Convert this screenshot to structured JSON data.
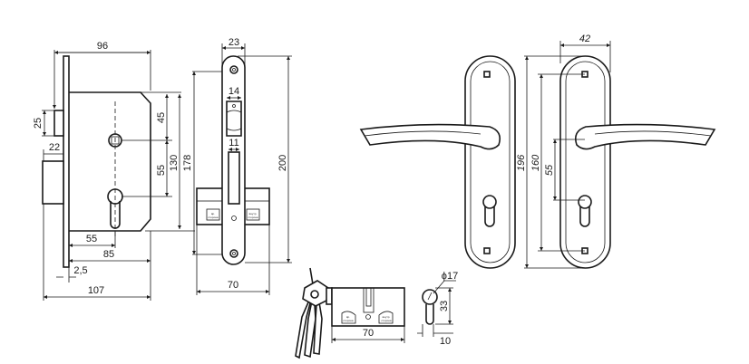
{
  "mortise_lock": {
    "dims": {
      "width_body": "96",
      "latch_height": "25",
      "deadbolt_projection": "22",
      "spindle_offset": "45",
      "backset_center": "55",
      "body_height": "130",
      "faceplate_screws": "178",
      "backset": "55",
      "body_depth": "85",
      "faceplate_thickness": "2,5",
      "total_depth": "107"
    }
  },
  "faceplate": {
    "dims": {
      "width": "23",
      "latch_window": "14",
      "bolt_window": "11",
      "length": "200",
      "cylinder_length": "70"
    }
  },
  "cylinder": {
    "dims": {
      "length": "70",
      "diameter": "ϕ17",
      "height": "33",
      "radius": "10"
    }
  },
  "handles": {
    "dims": {
      "width": "42",
      "length": "196",
      "screw_spacing": "160",
      "center_distance": "55"
    }
  }
}
